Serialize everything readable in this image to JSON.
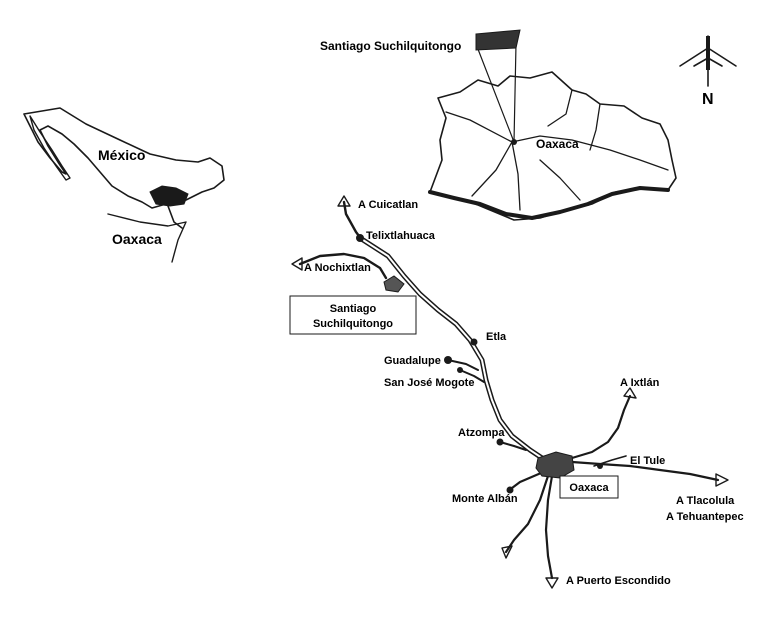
{
  "colors": {
    "ink": "#1a1a1a",
    "background": "#ffffff"
  },
  "compass": {
    "label": "N",
    "icon": "north-arrow-icon"
  },
  "inset_mexico": {
    "country_label": "México",
    "state_label": "Oaxaca"
  },
  "inset_oaxaca": {
    "site_label": "Santiago Suchilquitongo",
    "city_label": "Oaxaca"
  },
  "main": {
    "directions": {
      "cuicatlan": "A Cuicatlan",
      "nochixtlan": "A Nochixtlan",
      "ixtlan": "A Ixtlán",
      "tlacolula": "A Tlacolula",
      "tehuantepec": "A Tehuantepec",
      "puerto_escondido": "A Puerto Escondido"
    },
    "towns": {
      "telixtlahuaca": "Telixtlahuaca",
      "etla": "Etla",
      "guadalupe": "Guadalupe",
      "san_jose_mogote": "San José Mogote",
      "atzompa": "Atzompa",
      "monte_alban": "Monte Albán",
      "el_tule": "El Tule"
    },
    "boxed": {
      "site_line1": "Santiago",
      "site_line2": "Suchilquitongo",
      "city": "Oaxaca"
    }
  }
}
